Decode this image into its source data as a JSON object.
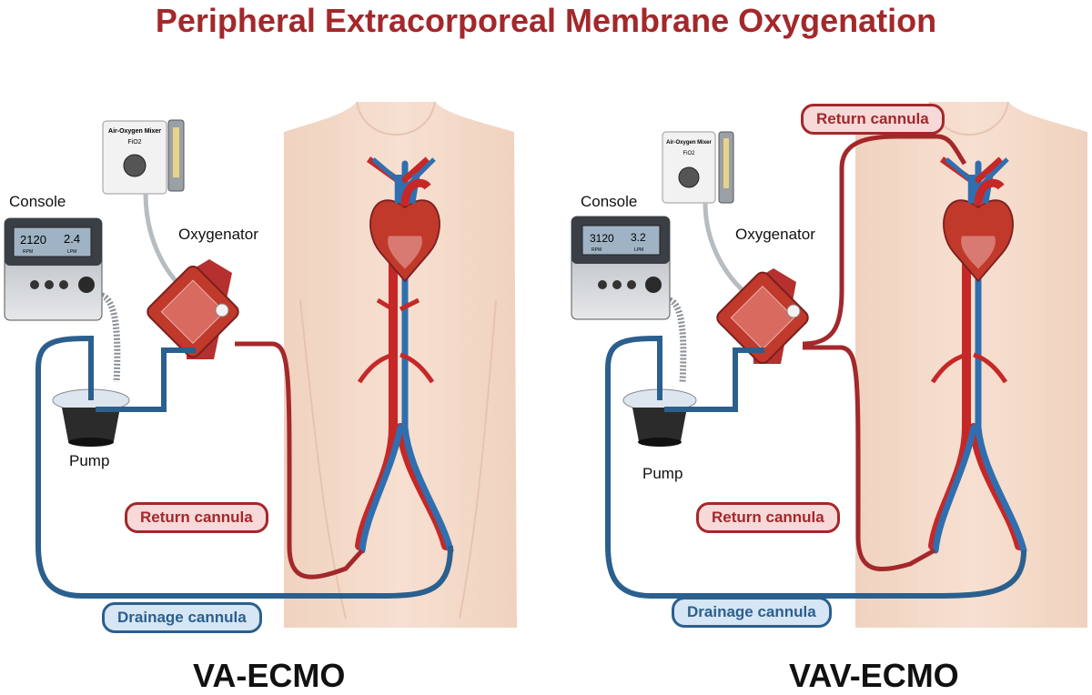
{
  "title": "Peripheral Extracorporeal Membrane Oxygenation",
  "panels": [
    {
      "name": "VA-ECMO",
      "console_label": "Console",
      "oxygenator_label": "Oxygenator",
      "pump_label": "Pump",
      "mixer_title": "Air-Oxygen Mixer",
      "mixer_fio2": "FiO2",
      "console_rpm": "2120",
      "console_rpm_unit": "RPM",
      "console_flow": "2.4",
      "console_flow_unit": "LPM",
      "return_cannula": "Return cannula",
      "drainage_cannula": "Drainage cannula"
    },
    {
      "name": "VAV-ECMO",
      "console_label": "Console",
      "oxygenator_label": "Oxygenator",
      "pump_label": "Pump",
      "mixer_title": "Air-Oxygen Mixer",
      "mixer_fio2": "FiO2",
      "console_rpm": "3120",
      "console_rpm_unit": "RPM",
      "console_flow": "3.2",
      "console_flow_unit": "LPM",
      "return_cannula_top": "Return cannula",
      "return_cannula": "Return cannula",
      "drainage_cannula": "Drainage cannula"
    }
  ],
  "colors": {
    "title": "#a3282b",
    "artery": "#c62828",
    "vein": "#2f6fb0",
    "circuit_red": "#a3282b",
    "circuit_blue": "#2b5f8e",
    "skin": "#f5dccb"
  }
}
